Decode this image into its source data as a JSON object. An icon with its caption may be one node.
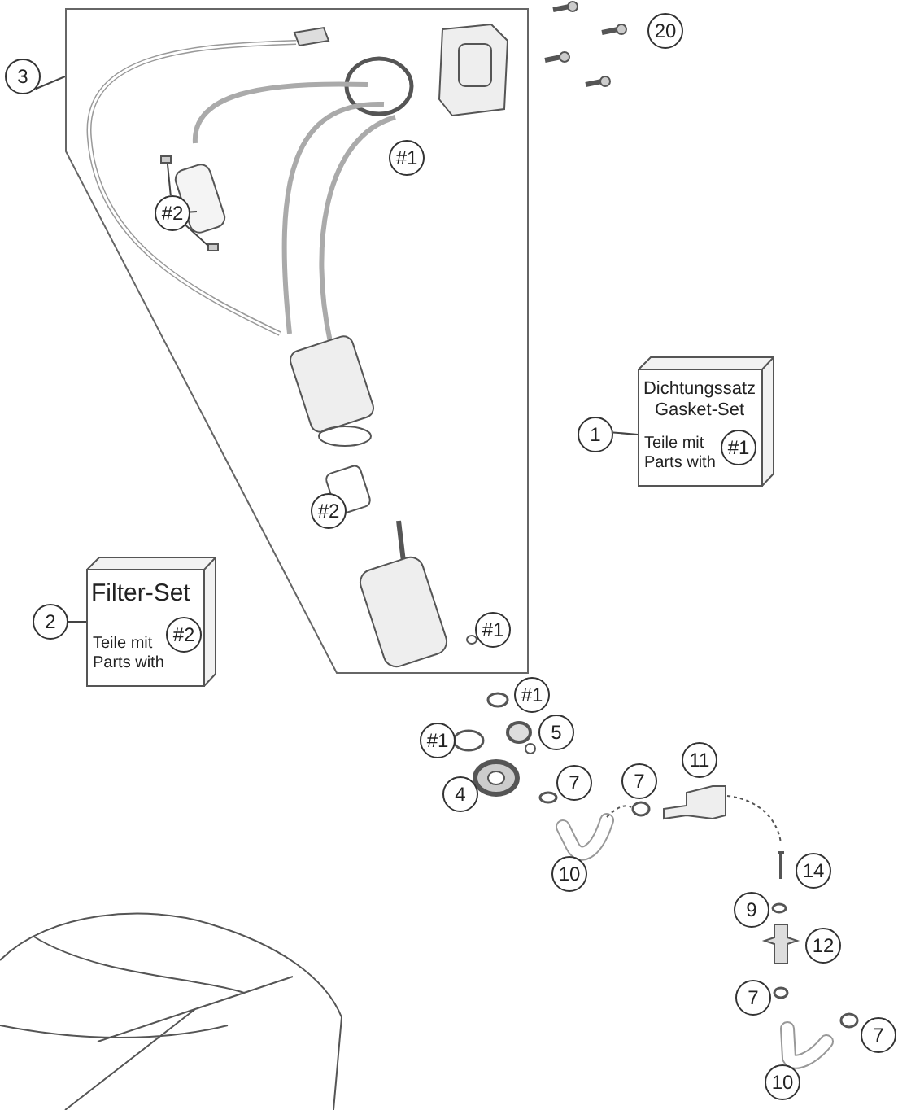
{
  "diagram": {
    "nodes": [
      {
        "text": [
          "3"
        ]
      },
      {
        "text": [],
        "shape": "box"
      },
      {
        "text": [
          "#1"
        ],
        "in": 1
      },
      {
        "text": [
          "#2"
        ],
        "in": 1
      },
      {
        "text": [
          "#2"
        ],
        "in": 1
      },
      {
        "text": [
          "#1"
        ],
        "in": 1
      },
      {
        "text": [
          "20"
        ]
      },
      {
        "text": [
          "Dichtungssatz Gasket-Set",
          "Teile mit Parts with"
        ]
      },
      {
        "text": [
          "#1"
        ],
        "in": 7
      },
      {
        "text": [
          "1"
        ]
      },
      {
        "text": [
          "Filter-Set",
          "Teile mit Parts with"
        ]
      },
      {
        "text": [
          "#2"
        ],
        "in": 10
      },
      {
        "text": [
          "2"
        ]
      },
      {
        "text": [
          "#1"
        ]
      },
      {
        "text": [
          "#1"
        ]
      },
      {
        "text": [
          "5"
        ]
      },
      {
        "text": [
          "4"
        ]
      },
      {
        "text": [
          "7"
        ]
      },
      {
        "text": [
          "7"
        ]
      },
      {
        "text": [
          "11"
        ]
      },
      {
        "text": [
          "10"
        ]
      },
      {
        "text": [
          "14"
        ]
      },
      {
        "text": [
          "9"
        ]
      },
      {
        "text": [
          "12"
        ]
      },
      {
        "text": [
          "7"
        ]
      },
      {
        "text": [
          "7"
        ]
      },
      {
        "text": [
          "10"
        ]
      }
    ],
    "edges": [
      {
        "from": 0,
        "to": 1,
        "arrow": "none"
      },
      {
        "from": 3,
        "to": null,
        "arrow": "none"
      },
      {
        "from": 3,
        "to": null,
        "arrow": "none"
      },
      {
        "from": 3,
        "to": null,
        "arrow": "none"
      },
      {
        "from": 9,
        "to": 7,
        "arrow": "none"
      },
      {
        "from": 12,
        "to": 10,
        "arrow": "none"
      }
    ]
  }
}
